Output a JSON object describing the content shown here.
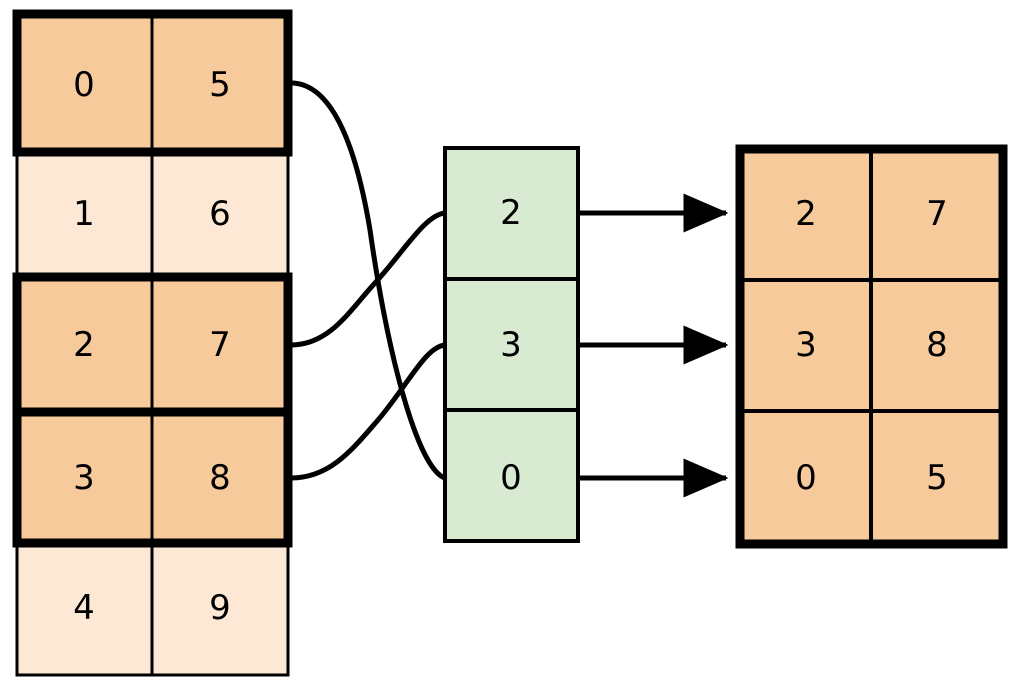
{
  "diagram": {
    "title": "hash-table-lookup-diagram",
    "colors": {
      "highlight_fill": "#f7ca9c",
      "dim_fill": "#fce8d5",
      "key_fill": "#d9ead3",
      "stroke": "#000000",
      "background": "#ffffff"
    }
  },
  "source_table": {
    "name": "source-table",
    "columns": 2,
    "rows": [
      {
        "index": 0,
        "cells": [
          "0",
          "5"
        ],
        "highlighted": true
      },
      {
        "index": 1,
        "cells": [
          "1",
          "6"
        ],
        "highlighted": false
      },
      {
        "index": 2,
        "cells": [
          "2",
          "7"
        ],
        "highlighted": true
      },
      {
        "index": 3,
        "cells": [
          "3",
          "8"
        ],
        "highlighted": true
      },
      {
        "index": 4,
        "cells": [
          "4",
          "9"
        ],
        "highlighted": false
      }
    ]
  },
  "key_column": {
    "name": "key-column",
    "cells": [
      "2",
      "3",
      "0"
    ]
  },
  "result_table": {
    "name": "result-table",
    "columns": 2,
    "rows": [
      {
        "index": 0,
        "cells": [
          "2",
          "7"
        ]
      },
      {
        "index": 1,
        "cells": [
          "3",
          "8"
        ]
      },
      {
        "index": 2,
        "cells": [
          "0",
          "5"
        ]
      }
    ]
  },
  "connectors": [
    {
      "name": "connector-row0-to-key2",
      "from_row": 0,
      "to_key": 2
    },
    {
      "name": "connector-row2-to-key0",
      "from_row": 2,
      "to_key": 0
    },
    {
      "name": "connector-row3-to-key1",
      "from_row": 3,
      "to_key": 1
    }
  ],
  "arrows": [
    {
      "name": "arrow-key0-to-result0",
      "from_key": 0,
      "to_row": 0
    },
    {
      "name": "arrow-key1-to-result1",
      "from_key": 1,
      "to_row": 1
    },
    {
      "name": "arrow-key2-to-result2",
      "from_key": 2,
      "to_row": 2
    }
  ]
}
